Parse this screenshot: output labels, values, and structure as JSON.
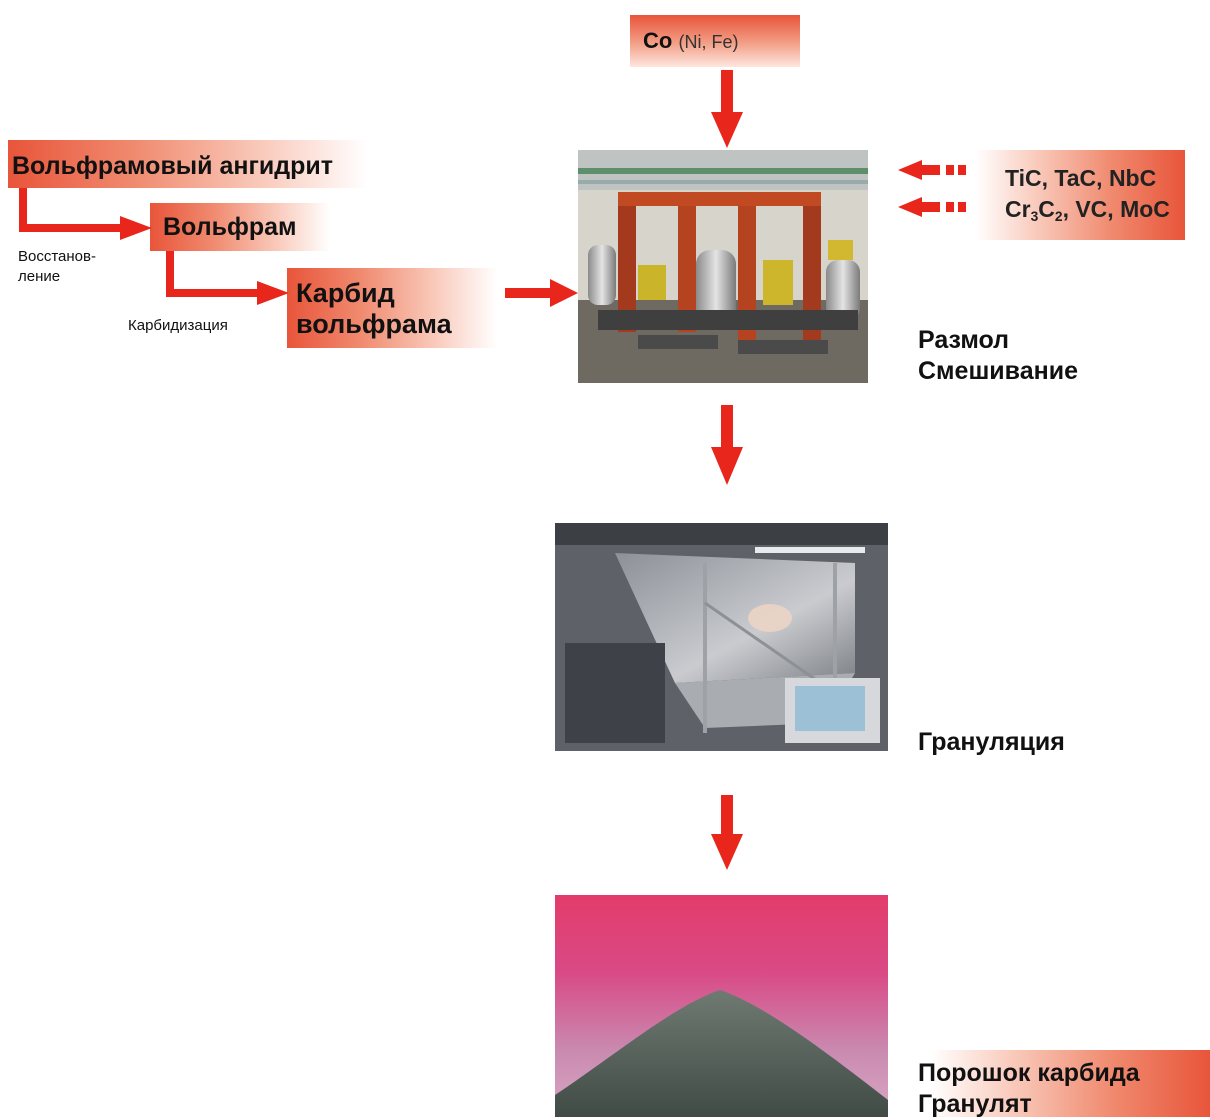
{
  "inputs": {
    "binder_main": "Co",
    "binder_alt": "(Ni, Fe)",
    "tungsten_anhydride": "Вольфрамовый ангидрит",
    "tungsten": "Вольфрам",
    "reduction_line1": "Восстанов-",
    "reduction_line2": "ление",
    "carbide_line1": "Карбид",
    "carbide_line2": "вольфрама",
    "carbidization": "Карбидизация",
    "additives_line1": "TiC, TaC, NbC",
    "additives_line2_a": "Cr",
    "additives_line2_sub1": "3",
    "additives_line2_b": "C",
    "additives_line2_sub2": "2",
    "additives_line2_c": ", VC, MoC"
  },
  "steps": {
    "milling_line1": "Размол",
    "milling_line2": "Смешивание",
    "granulation": "Грануляция",
    "powder_line1": "Порошок карбида",
    "powder_line2": "Гранулят"
  },
  "colors": {
    "arrow": "#e8261c",
    "accent": "#e8553a"
  }
}
